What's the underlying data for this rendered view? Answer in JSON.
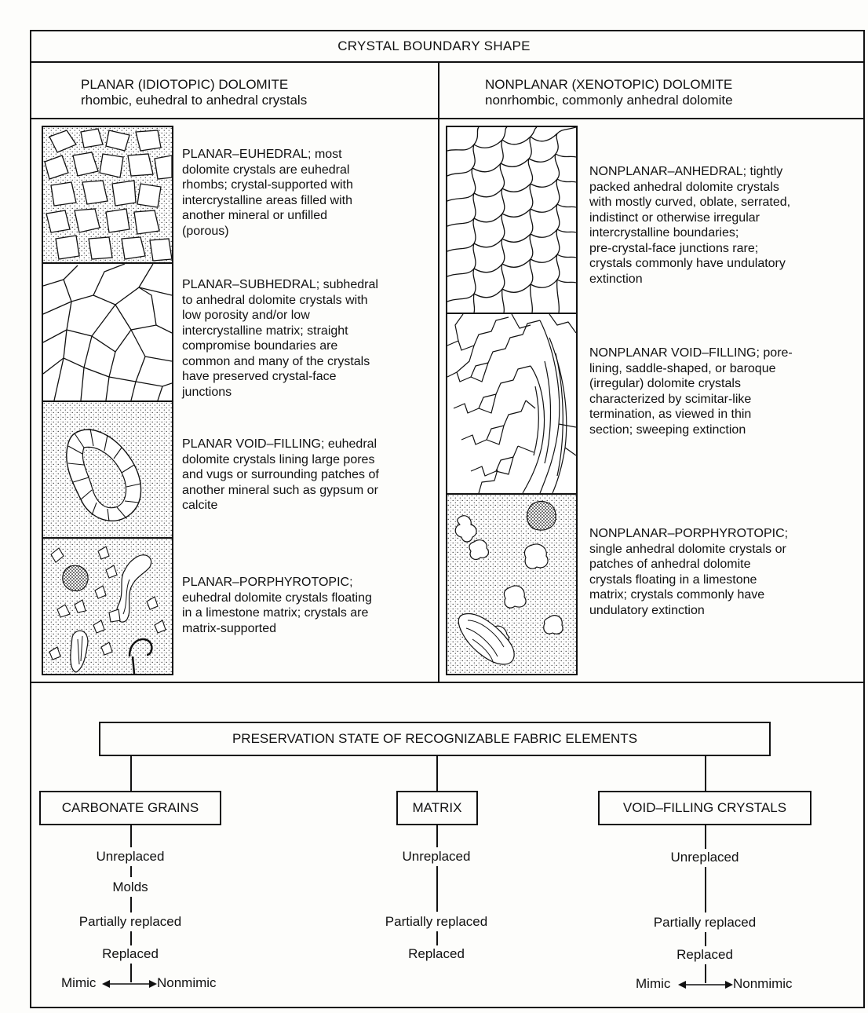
{
  "header": {
    "title": "CRYSTAL BOUNDARY SHAPE"
  },
  "columns": {
    "planar": {
      "title": "PLANAR (IDIOTOPIC) DOLOMITE",
      "subtitle": "rhombic, euhedral to anhedral crystals"
    },
    "nonplanar": {
      "title": "NONPLANAR (XENOTOPIC) DOLOMITE",
      "subtitle": "nonrhombic, commonly anhedral dolomite"
    }
  },
  "planar_types": [
    {
      "name": "PLANAR–EUHEDRAL",
      "description": "PLANAR–EUHEDRAL; most\ndolomite crystals are euhedral\nrhombs; crystal-supported with\nintercrystalline areas filled with\nanother mineral or unfilled\n(porous)"
    },
    {
      "name": "PLANAR–SUBHEDRAL",
      "description": "PLANAR–SUBHEDRAL; subhedral\nto anhedral dolomite crystals with\nlow porosity and/or low\nintercrystalline matrix; straight\ncompromise boundaries are\ncommon and many of the crystals\nhave preserved crystal-face\njunctions"
    },
    {
      "name": "PLANAR VOID–FILLING",
      "description": "PLANAR VOID–FILLING; euhedral\ndolomite crystals lining large pores\nand vugs or surrounding patches of\nanother mineral such as gypsum or\ncalcite"
    },
    {
      "name": "PLANAR–PORPHYROTOPIC",
      "description": "PLANAR–PORPHYROTOPIC;\neuhedral dolomite crystals floating\nin a limestone matrix; crystals are\nmatrix-supported"
    }
  ],
  "nonplanar_types": [
    {
      "name": "NONPLANAR–ANHEDRAL",
      "description": "NONPLANAR–ANHEDRAL; tightly\npacked anhedral dolomite crystals\nwith mostly curved, oblate, serrated,\nindistinct or otherwise irregular\nintercrystalline boundaries;\npre-crystal-face junctions rare;\ncrystals commonly have undulatory\nextinction"
    },
    {
      "name": "NONPLANAR VOID–FILLING",
      "description": "NONPLANAR VOID–FILLING; pore-\nlining, saddle-shaped, or baroque\n(irregular) dolomite crystals\ncharacterized by scimitar-like\ntermination, as viewed in thin\nsection; sweeping extinction"
    },
    {
      "name": "NONPLANAR–PORPHYROTOPIC",
      "description": "NONPLANAR–PORPHYROTOPIC;\nsingle anhedral dolomite crystals or\npatches of anhedral dolomite\ncrystals floating in a limestone\nmatrix; crystals commonly have\nundulatory extinction"
    }
  ],
  "preservation": {
    "title": "PRESERVATION STATE OF RECOGNIZABLE FABRIC ELEMENTS",
    "branches": [
      {
        "label": "CARBONATE GRAINS",
        "states": [
          "Unreplaced",
          "Molds",
          "Partially replaced",
          "Replaced"
        ],
        "split": [
          "Mimic",
          "Nonmimic"
        ]
      },
      {
        "label": "MATRIX",
        "states": [
          "Unreplaced",
          "Partially replaced",
          "Replaced"
        ]
      },
      {
        "label": "VOID–FILLING CRYSTALS",
        "states": [
          "Unreplaced",
          "Partially replaced",
          "Replaced"
        ],
        "split": [
          "Mimic",
          "Nonmimic"
        ]
      }
    ]
  }
}
